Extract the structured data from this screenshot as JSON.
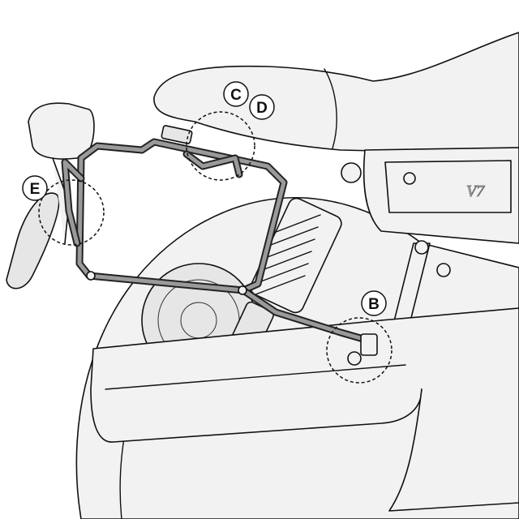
{
  "callouts": [
    {
      "id": "C",
      "label": "C"
    },
    {
      "id": "D",
      "label": "D"
    },
    {
      "id": "E",
      "label": "E"
    },
    {
      "id": "B",
      "label": "B"
    }
  ],
  "tank_logo": "V7",
  "colors": {
    "outline": "#111111",
    "fill": "#f2f2f2",
    "frame": "#9a9a9a"
  }
}
